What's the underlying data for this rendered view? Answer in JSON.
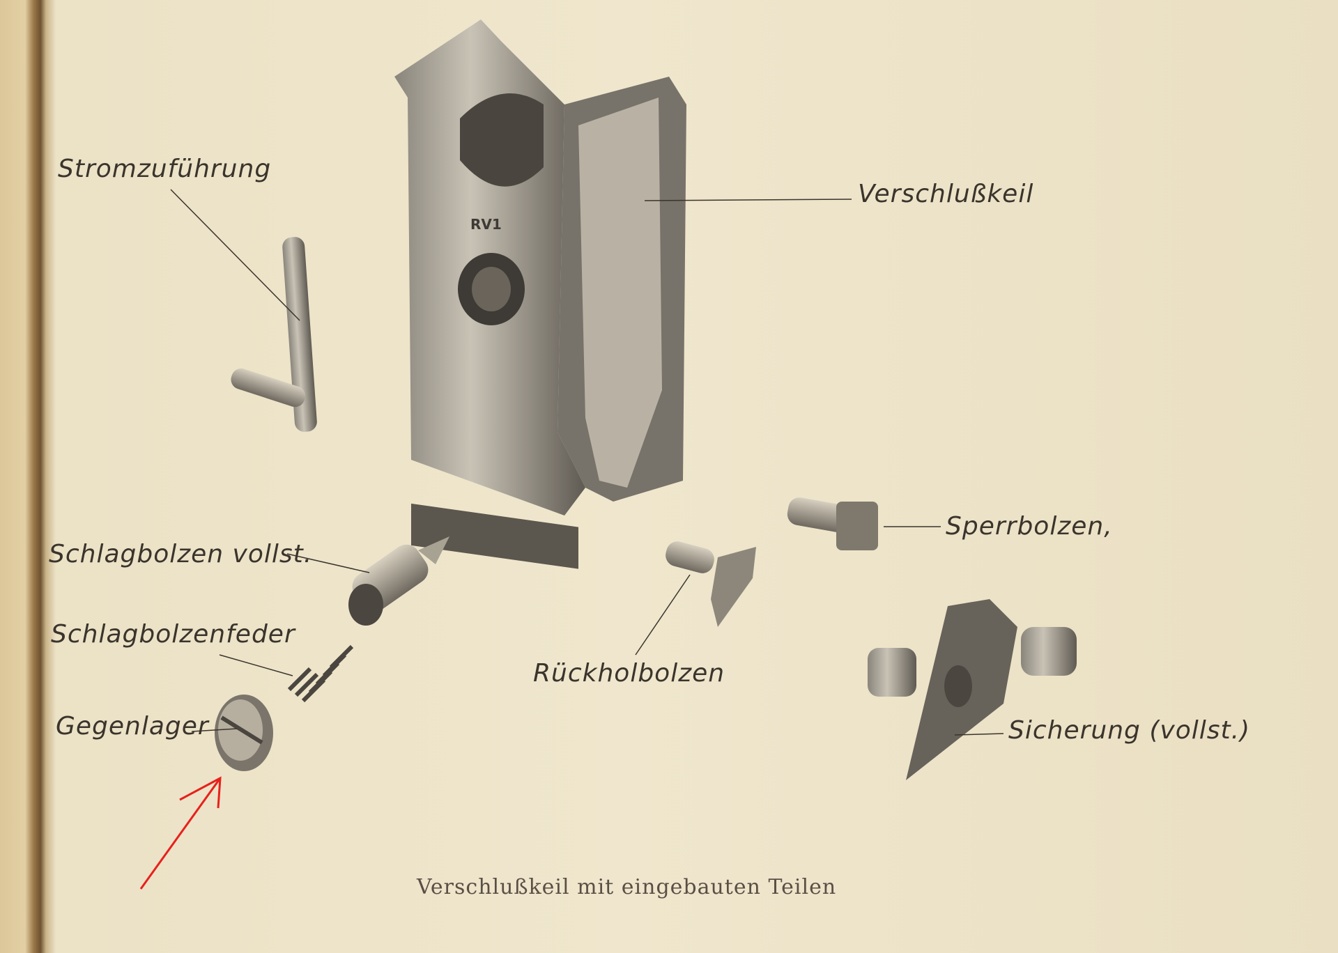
{
  "labels": {
    "stromzufuehrung": "Stromzuführung",
    "verschlusskeil": "Verschlußkeil",
    "sperrbolzen": "Sperrbolzen,",
    "schlagbolzen": "Schlagbolzen vollst.",
    "schlagbolzenfeder": "Schlagbolzenfeder",
    "gegenlager": "Gegenlager",
    "rueckholbolzen": "Rückholbolzen",
    "sicherung": "Sicherung (vollst.)"
  },
  "part_marking": "RV1",
  "caption": "Verschlußkeil mit eingebauten Teilen",
  "annotation_color": "#e8201c"
}
